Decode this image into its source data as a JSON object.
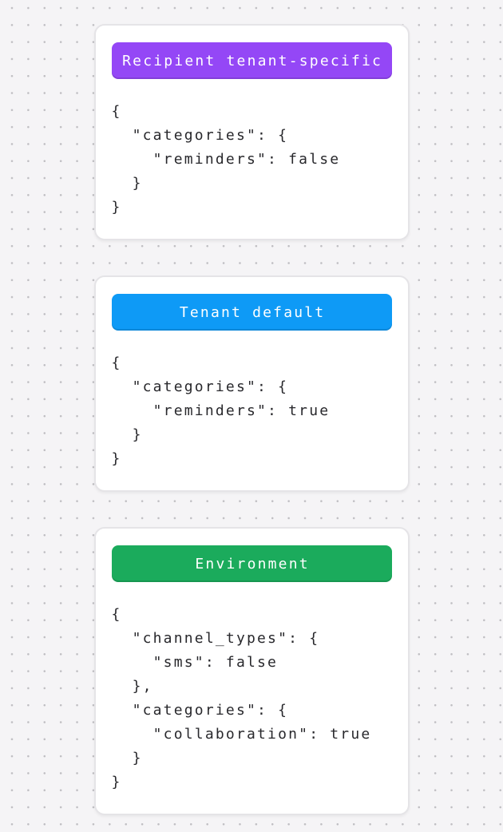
{
  "canvas": {
    "background_color": "#f5f4f6",
    "dot_color": "#bfbec2"
  },
  "cards": [
    {
      "badge": {
        "label": "Recipient tenant-specific",
        "color": "#9447f6",
        "text_color": "#ffffff"
      },
      "code": "{\n  \"categories\": {\n    \"reminders\": false\n  }\n}"
    },
    {
      "badge": {
        "label": "Tenant default",
        "color": "#0e9af6",
        "text_color": "#ffffff"
      },
      "code": "{\n  \"categories\": {\n    \"reminders\": true\n  }\n}"
    },
    {
      "badge": {
        "label": "Environment",
        "color": "#1bab5c",
        "text_color": "#ffffff"
      },
      "code": "{\n  \"channel_types\": {\n    \"sms\": false\n  },\n  \"categories\": {\n    \"collaboration\": true\n  }\n}"
    }
  ]
}
